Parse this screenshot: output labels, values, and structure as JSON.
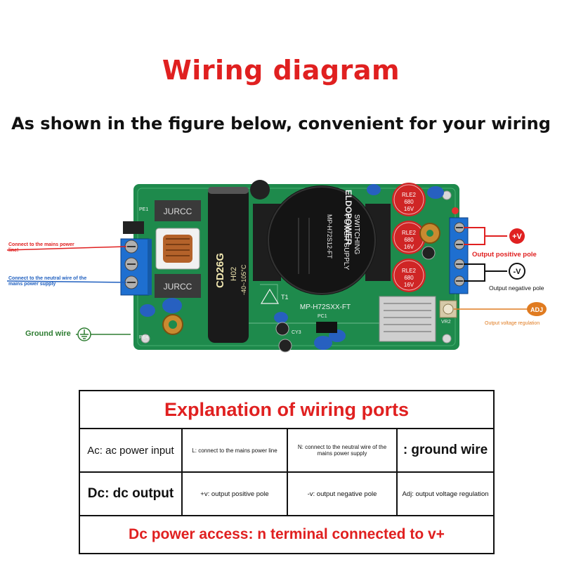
{
  "title": "Wiring diagram",
  "subtitle": "As shown in the figure below, convenient for your wiring",
  "callouts": {
    "live": "Connect to the mains power line!",
    "neutral": "Connect to the neutral wire of the mains power supply",
    "ground": "Ground wire",
    "pos_marker": "+V",
    "pos_text": "Output positive pole",
    "neg_marker": "-V",
    "neg_text": "Output negative pole",
    "adj_marker": "ADJ",
    "adj_text": "Output voltage regulation"
  },
  "board": {
    "transformer_brand": "ELDOPOWER",
    "transformer_line1": "SWITCHING",
    "transformer_line2": "POWER SUPPLY",
    "transformer_model": "MP-H72S12-FT",
    "model_silk": "MP-H72SXX-FT",
    "cap_text": "CD26G",
    "cap_sub": "H02",
    "cap_rating": "-40~105°C",
    "filter_label": "JURCC",
    "small_cap_brand": "RLE2",
    "small_cap_value": "680",
    "small_cap_voltage": "16V",
    "silk_t1": "T1",
    "silk_pc1": "PC1",
    "silk_pe1": "PE1",
    "silk_pe4": "PE4",
    "silk_cy": "CY3",
    "silk_vr": "VR2"
  },
  "table": {
    "header": "Explanation of wiring ports",
    "row1": [
      "Ac: ac power input",
      "L: connect to the mains power line",
      "N: connect to the neutral wire of the mains power supply",
      ": ground wire"
    ],
    "row2": [
      "Dc: dc output",
      "+v: output positive pole",
      "-v: output negative pole",
      "Adj: output voltage regulation"
    ],
    "footer": "Dc power access: n terminal connected to v+"
  },
  "colors": {
    "red": "#e02020",
    "blue": "#1f5fbf",
    "green": "#2e7d32",
    "orange": "#e07b20",
    "pcb": "#1e8a4c"
  }
}
